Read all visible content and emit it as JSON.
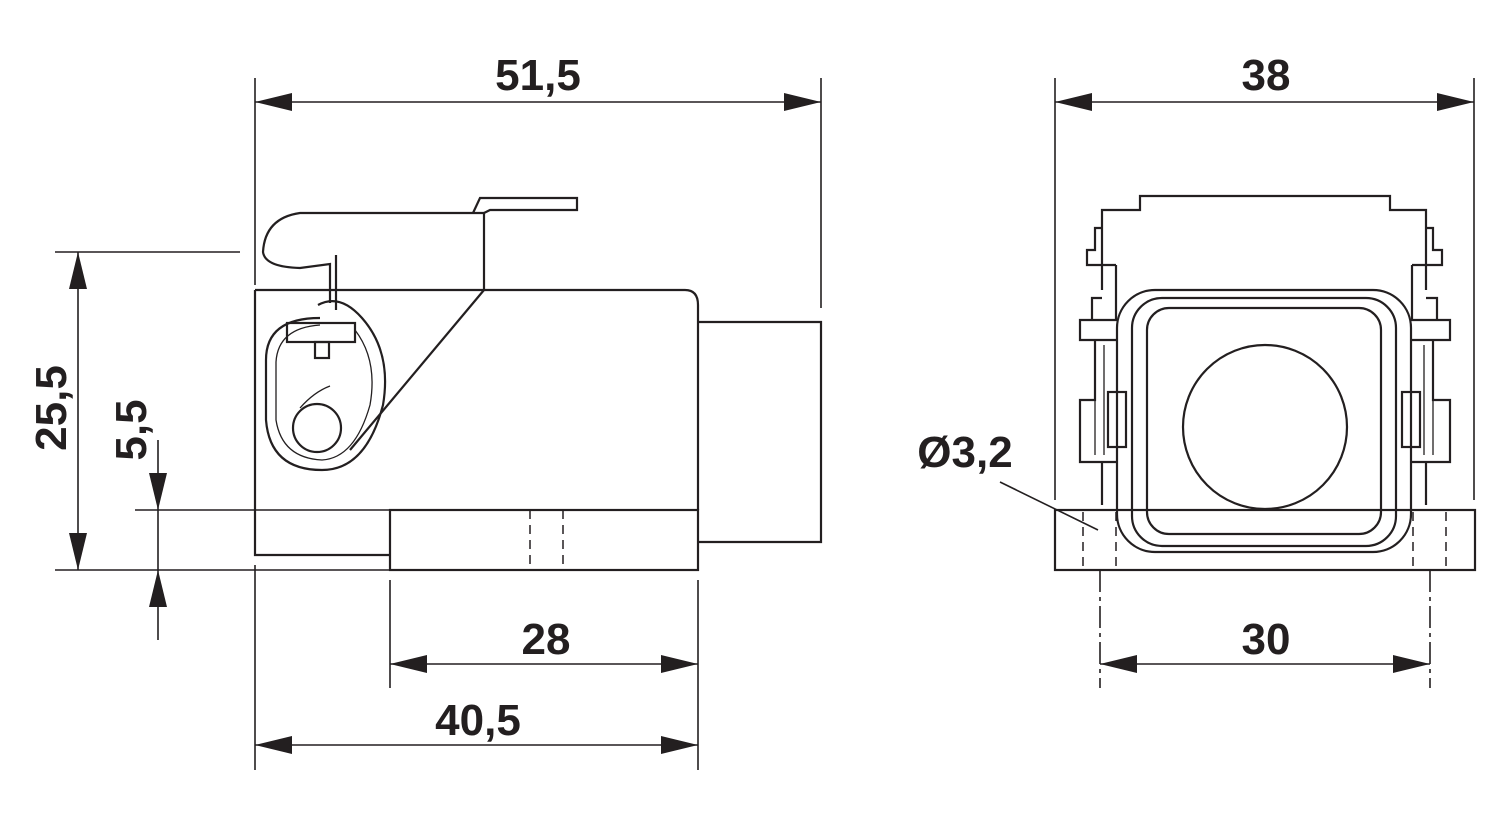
{
  "dimensions": {
    "overall_length": "51,5",
    "front_width": "38",
    "height": "25,5",
    "flange_height": "5,5",
    "hole_diameter": "Ø3,2",
    "mounting_spacing_side": "28",
    "base_length": "40,5",
    "mounting_spacing_front": "30"
  },
  "colors": {
    "line": "#231f20",
    "background": "#ffffff"
  }
}
